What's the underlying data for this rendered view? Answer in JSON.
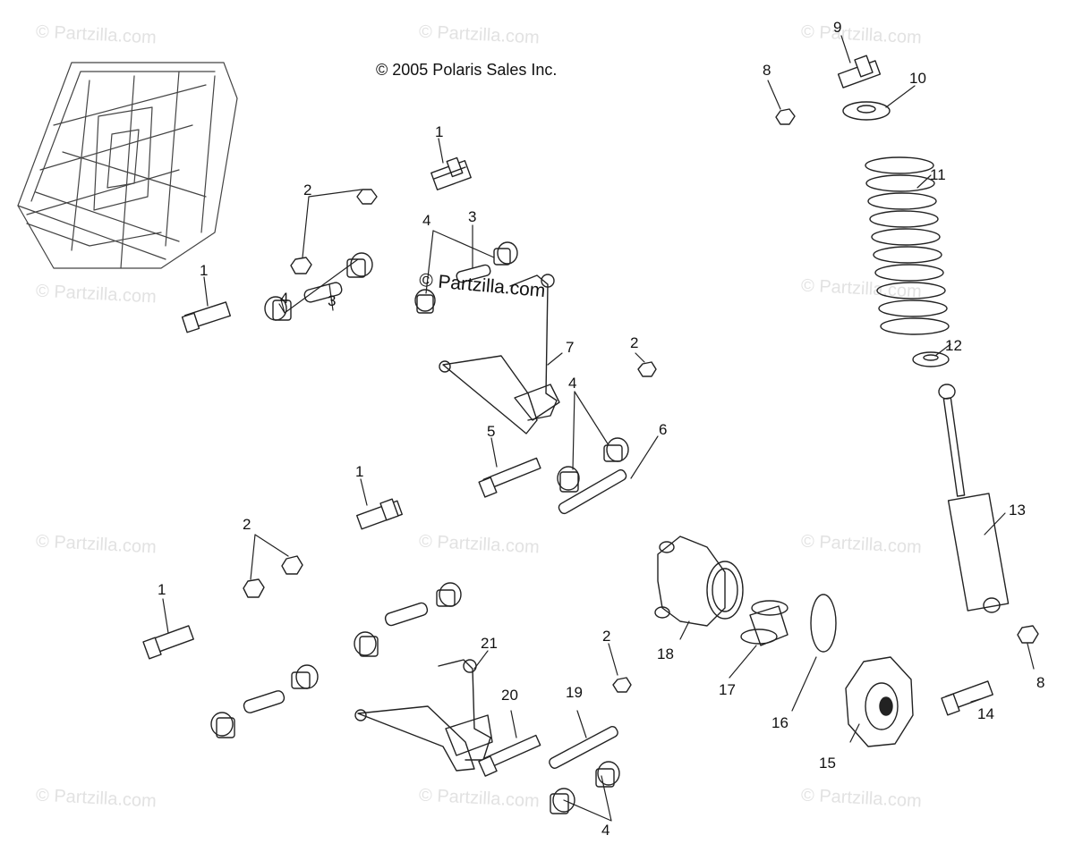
{
  "copyright": "© 2005 Polaris Sales Inc.",
  "watermark": "© Partzilla.com",
  "center_watermark": "© Partzilla.com",
  "callouts": [
    {
      "id": "c1a",
      "label": "1"
    },
    {
      "id": "c1b",
      "label": "1"
    },
    {
      "id": "c1c",
      "label": "1"
    },
    {
      "id": "c1d",
      "label": "1"
    },
    {
      "id": "c2a",
      "label": "2"
    },
    {
      "id": "c2b",
      "label": "2"
    },
    {
      "id": "c2c",
      "label": "2"
    },
    {
      "id": "c2d",
      "label": "2"
    },
    {
      "id": "c3a",
      "label": "3"
    },
    {
      "id": "c3b",
      "label": "3"
    },
    {
      "id": "c4a",
      "label": "4"
    },
    {
      "id": "c4b",
      "label": "4"
    },
    {
      "id": "c4c",
      "label": "4"
    },
    {
      "id": "c4d",
      "label": "4"
    },
    {
      "id": "c5",
      "label": "5"
    },
    {
      "id": "c6",
      "label": "6"
    },
    {
      "id": "c7",
      "label": "7"
    },
    {
      "id": "c8a",
      "label": "8"
    },
    {
      "id": "c8b",
      "label": "8"
    },
    {
      "id": "c9",
      "label": "9"
    },
    {
      "id": "c10",
      "label": "10"
    },
    {
      "id": "c11",
      "label": "11"
    },
    {
      "id": "c12",
      "label": "12"
    },
    {
      "id": "c13",
      "label": "13"
    },
    {
      "id": "c14",
      "label": "14"
    },
    {
      "id": "c15",
      "label": "15"
    },
    {
      "id": "c16",
      "label": "16"
    },
    {
      "id": "c17",
      "label": "17"
    },
    {
      "id": "c18",
      "label": "18"
    },
    {
      "id": "c19",
      "label": "19"
    },
    {
      "id": "c20",
      "label": "20"
    },
    {
      "id": "c21",
      "label": "21"
    }
  ]
}
